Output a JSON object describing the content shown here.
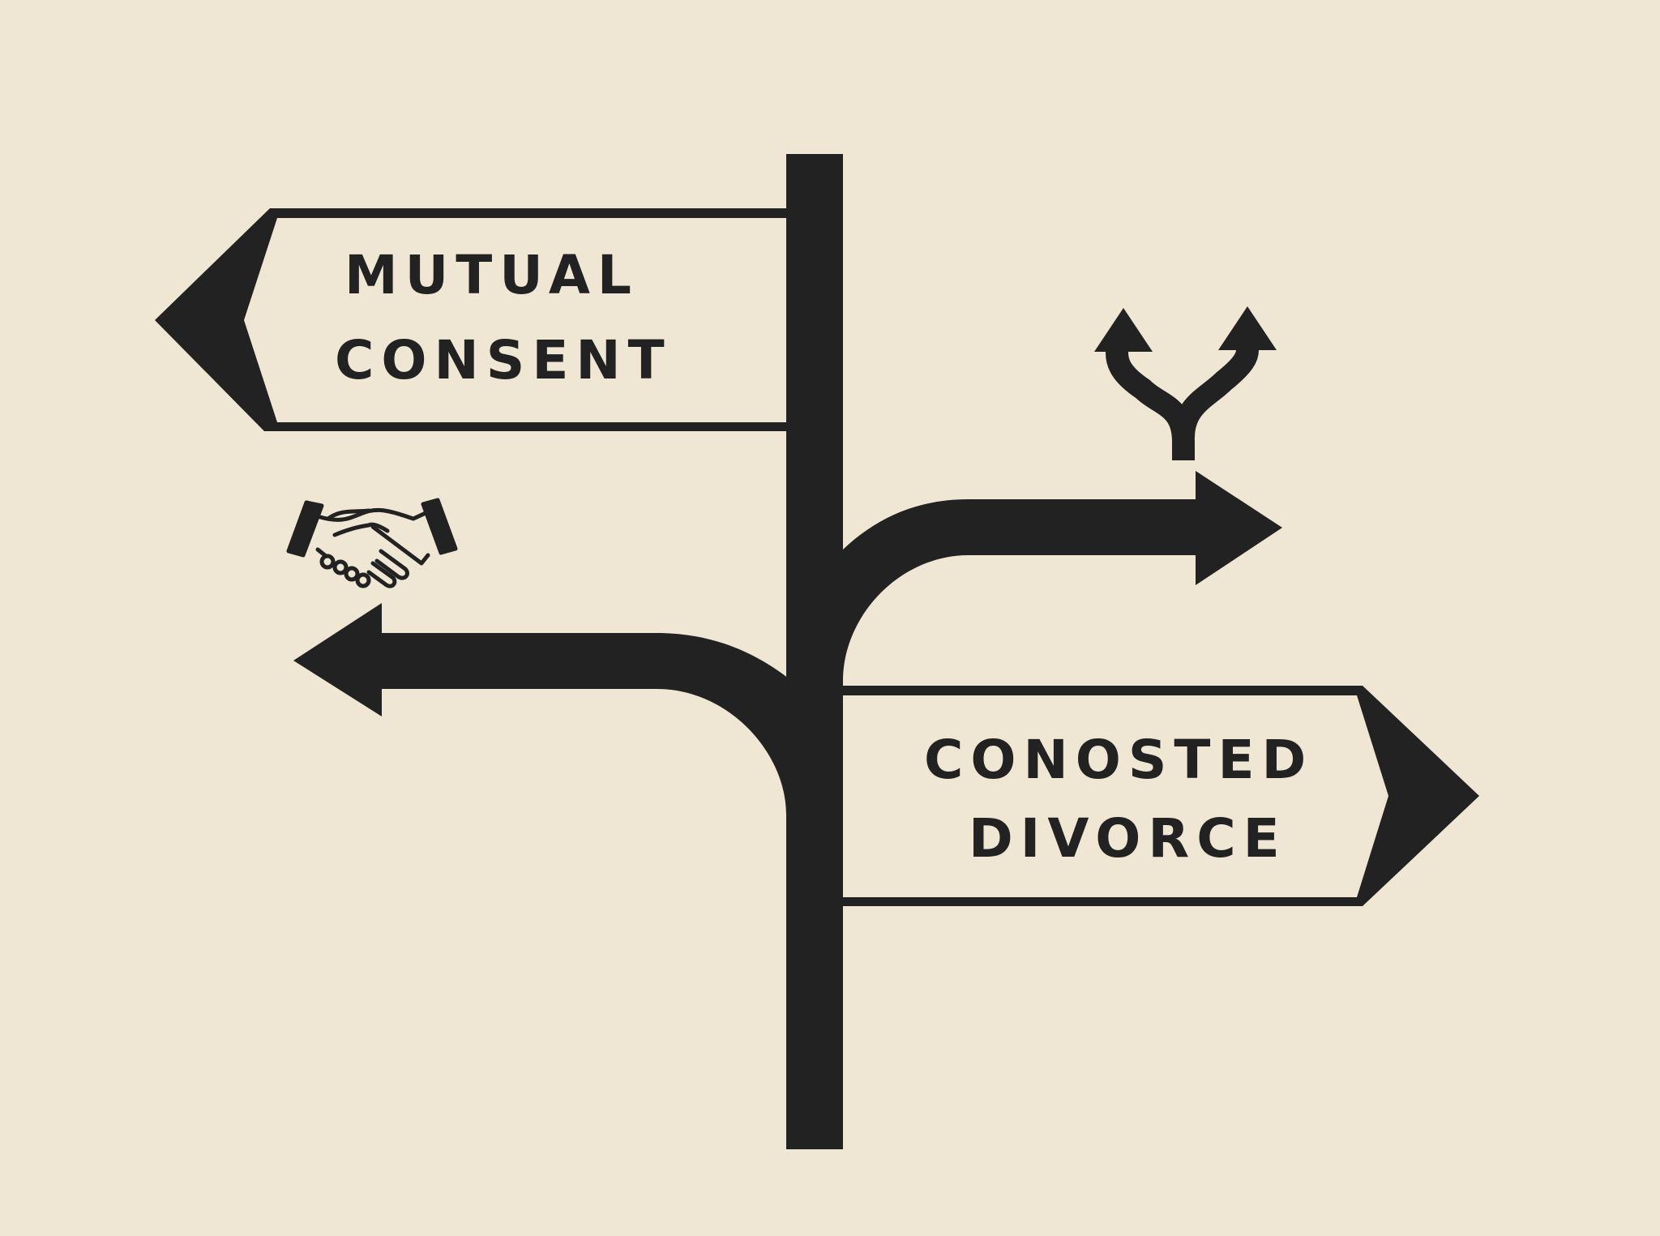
{
  "signs": {
    "left": {
      "line1": "MUTUAL",
      "line2": "CONSENT"
    },
    "right": {
      "line1": "CONOSTED",
      "line2": "DIVORCE"
    }
  },
  "icons": {
    "handshake": "handshake-icon",
    "fork": "fork-arrows-icon"
  },
  "colors": {
    "background": "#efe6d4",
    "ink": "#222222"
  }
}
